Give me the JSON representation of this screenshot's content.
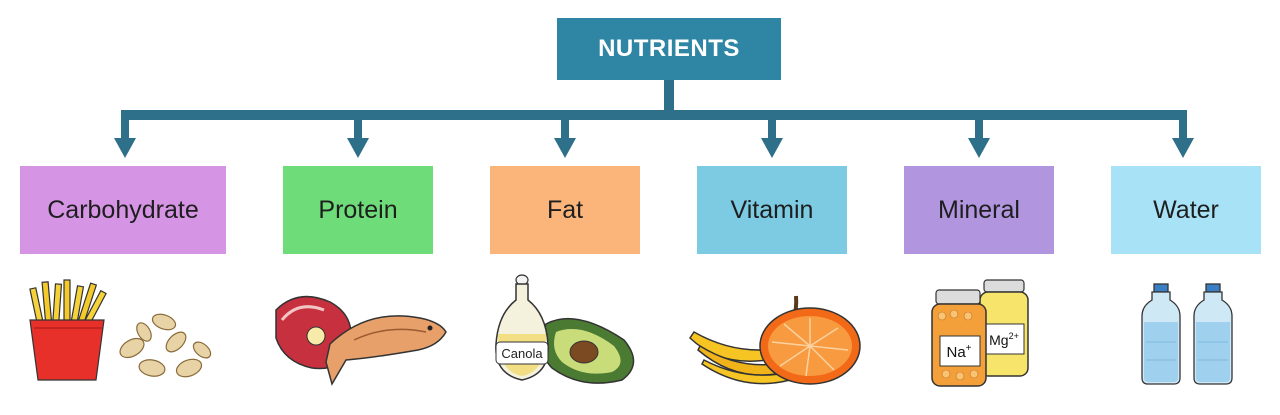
{
  "root": {
    "label": "NUTRIENTS",
    "color": "#2e86a4"
  },
  "connector_color": "#2e7089",
  "categories": [
    {
      "label": "Carbohydrate",
      "color": "#d594e4",
      "illustration": "fries-and-peanuts"
    },
    {
      "label": "Protein",
      "color": "#6fdc7a",
      "illustration": "steak-and-fish"
    },
    {
      "label": "Fat",
      "color": "#fbb57a",
      "illustration": "oil-bottle-and-avocado"
    },
    {
      "label": "Vitamin",
      "color": "#7ccbe3",
      "illustration": "banana-and-orange"
    },
    {
      "label": "Mineral",
      "color": "#b195df",
      "illustration": "supplement-jars"
    },
    {
      "label": "Water",
      "color": "#a7e2f7",
      "illustration": "water-bottles"
    }
  ],
  "illustration_labels": {
    "oil": "Canola",
    "sodium": "Na",
    "sodium_charge": "+",
    "magnesium": "Mg",
    "magnesium_charge": "2+"
  }
}
